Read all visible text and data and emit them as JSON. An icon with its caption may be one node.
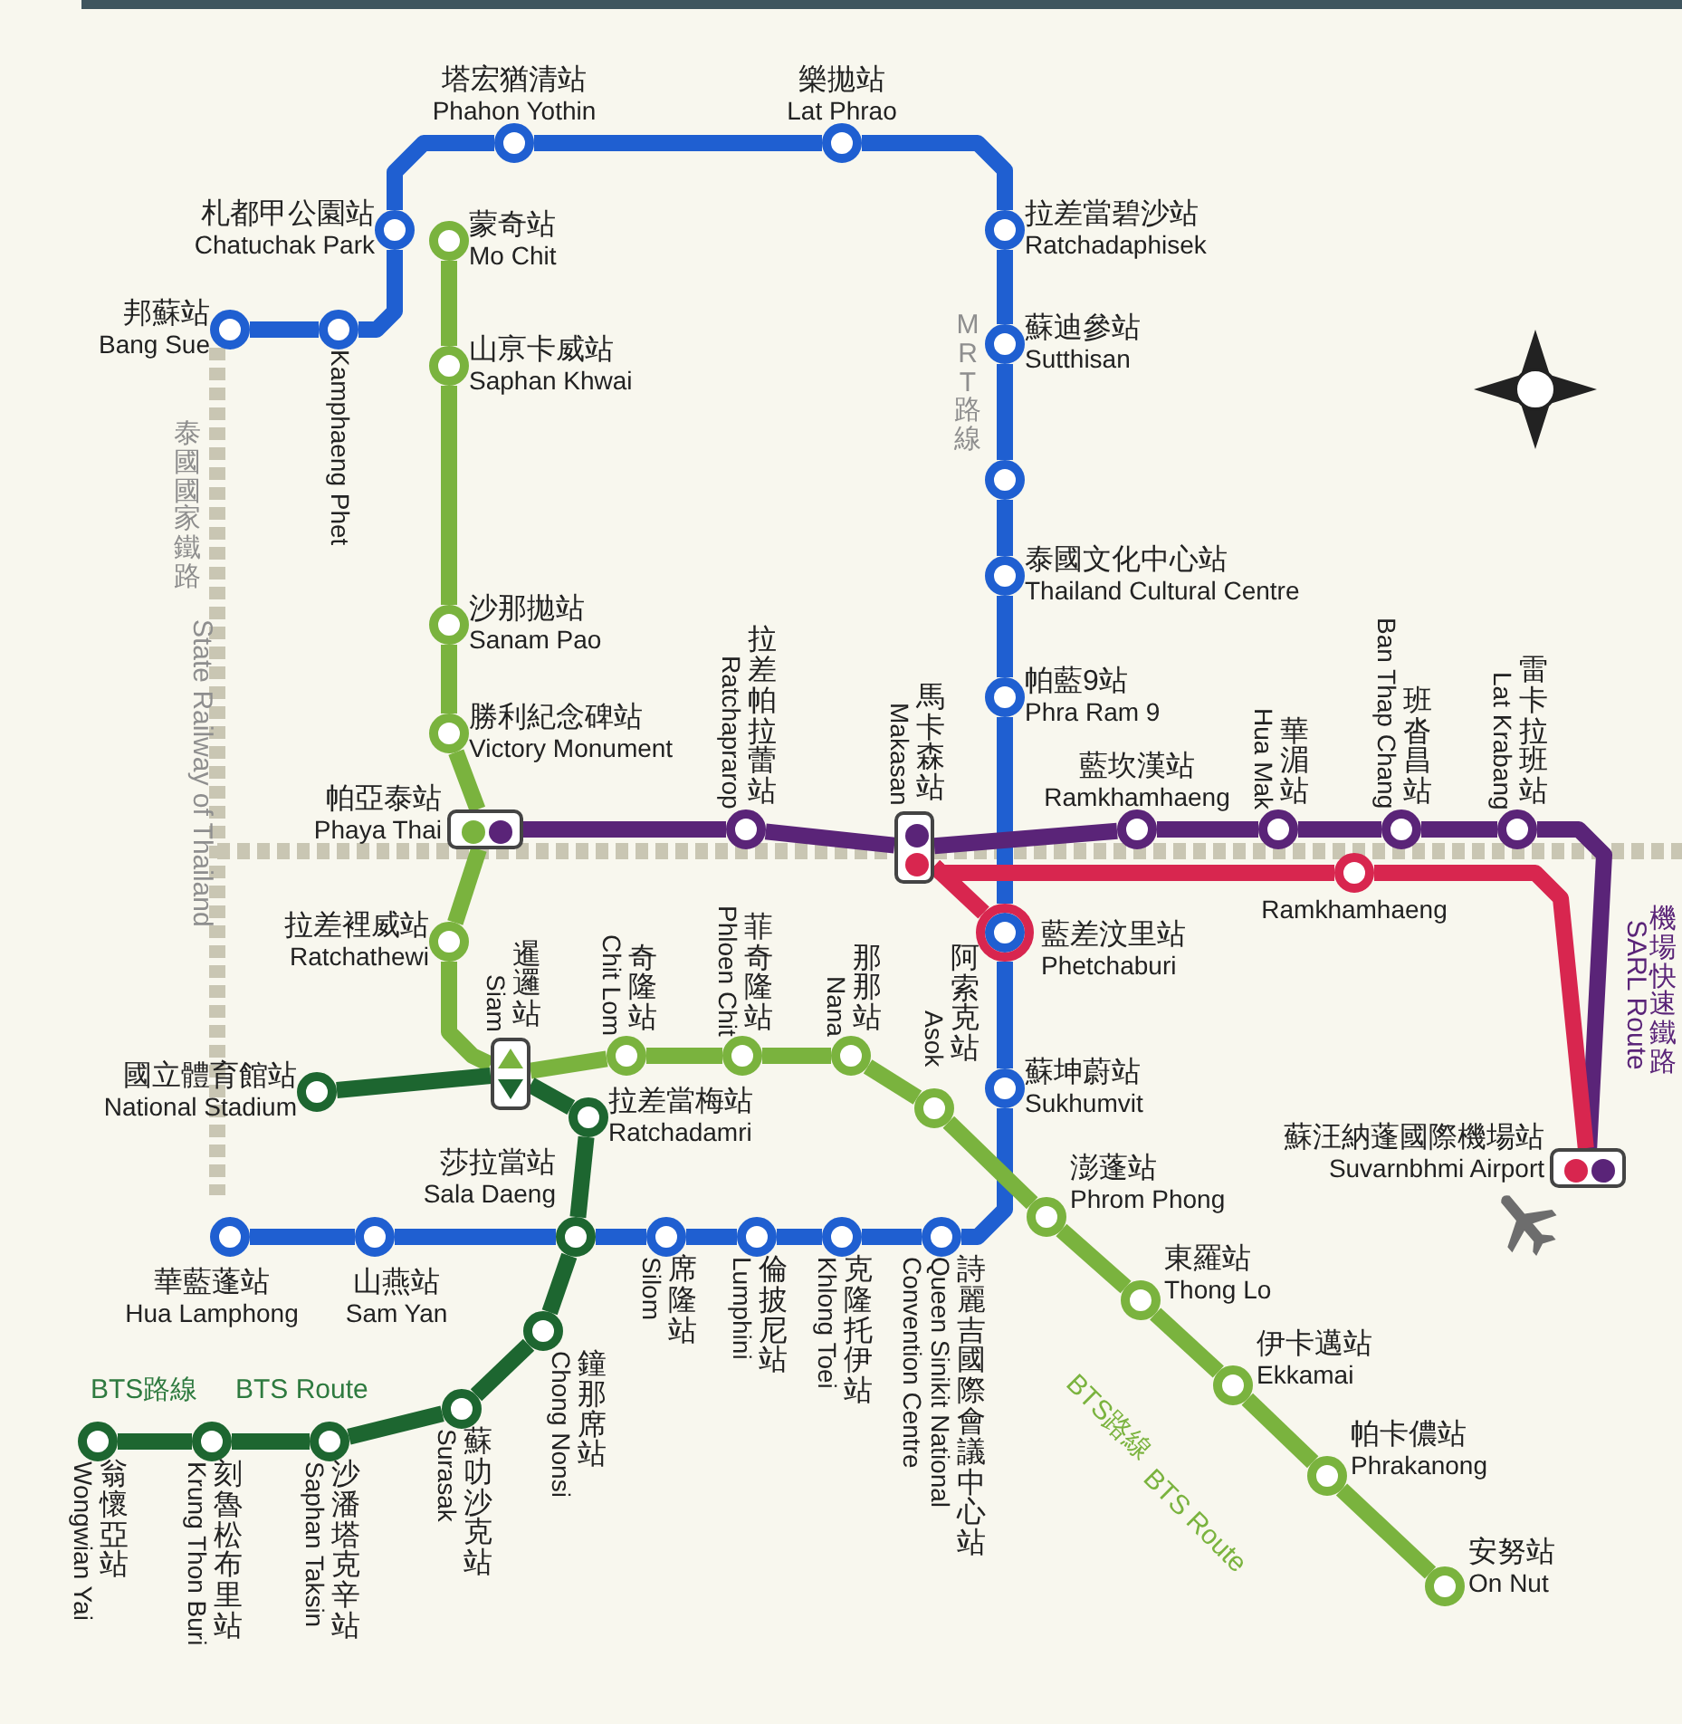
{
  "diagram": {
    "nodes": [
      {
        "text": [
          "邦蘇站",
          "Bang Sue"
        ]
      },
      {
        "text": [
          "Kamphaeng Phet"
        ]
      },
      {
        "text": [
          "札都甲公園站",
          "Chatuchak Park"
        ]
      },
      {
        "text": [
          "塔宏猶清站",
          "Phahon Yothin"
        ]
      },
      {
        "text": [
          "樂拋站",
          "Lat Phrao"
        ]
      },
      {
        "text": [
          "拉差當碧沙站",
          "Ratchadaphisek"
        ]
      },
      {
        "text": [
          "蘇迪參站",
          "Sutthisan"
        ]
      },
      {
        "text": [],
        "shape": "circle"
      },
      {
        "text": [
          "泰國文化中心站",
          "Thailand Cultural Centre"
        ]
      },
      {
        "text": [
          "帕藍9站",
          "Phra Ram 9"
        ]
      },
      {
        "text": [
          "藍差汶里站",
          "Phetchaburi"
        ]
      },
      {
        "text": [
          "蘇坤蔚站",
          "Sukhumvit"
        ]
      },
      {
        "text": [
          "詩麗吉國際會議中心站",
          "Queen Sinikit National Convention Centre"
        ]
      },
      {
        "text": [
          "克隆托伊站",
          "Khlong Toei"
        ]
      },
      {
        "text": [
          "倫披尼站",
          "Lumphini"
        ]
      },
      {
        "text": [
          "席隆站",
          "Silom"
        ]
      },
      {
        "text": [
          "山燕站",
          "Sam Yan"
        ]
      },
      {
        "text": [
          "華藍蓬站",
          "Hua Lamphong"
        ]
      },
      {
        "text": [
          "蒙奇站",
          "Mo Chit"
        ]
      },
      {
        "text": [
          "山亰卡威站",
          "Saphan Khwai"
        ]
      },
      {
        "text": [
          "沙那拋站",
          "Sanam Pao"
        ]
      },
      {
        "text": [
          "勝利紀念碑站",
          "Victory Monument"
        ]
      },
      {
        "text": [
          "帕亞泰站",
          "Phaya Thai"
        ]
      },
      {
        "text": [
          "拉差裡威站",
          "Ratchathewi"
        ]
      },
      {
        "text": [
          "暹邏站",
          "Siam"
        ]
      },
      {
        "text": [
          "奇隆站",
          "Chit Lom"
        ]
      },
      {
        "text": [
          "菲奇隆站",
          "Phloen Chit"
        ]
      },
      {
        "text": [
          "那那站",
          "Nana"
        ]
      },
      {
        "text": [
          "阿索克站",
          "Asok"
        ]
      },
      {
        "text": [
          "澎蓬站",
          "Phrom Phong"
        ]
      },
      {
        "text": [
          "東羅站",
          "Thong Lo"
        ]
      },
      {
        "text": [
          "伊卡邁站",
          "Ekkamai"
        ]
      },
      {
        "text": [
          "帕卡儂站",
          "Phrakanong"
        ]
      },
      {
        "text": [
          "安努站",
          "On Nut"
        ]
      },
      {
        "text": [
          "國立體育館站",
          "National Stadium"
        ]
      },
      {
        "text": [
          "拉差當梅站",
          "Ratchadamri"
        ]
      },
      {
        "text": [
          "莎拉當站",
          "Sala Daeng"
        ]
      },
      {
        "text": [
          "鐘那席站",
          "Chong Nonsi"
        ]
      },
      {
        "text": [
          "蘇叻沙克站",
          "Surasak"
        ]
      },
      {
        "text": [
          "沙潘塔克辛站",
          "Saphan Taksin"
        ]
      },
      {
        "text": [
          "刻魯松布里站",
          "Krung Thon Buri"
        ]
      },
      {
        "text": [
          "翁懷亞站",
          "Wongwian Yai"
        ]
      },
      {
        "text": [
          "拉差帕拉蕾站",
          "Ratchaprarop"
        ]
      },
      {
        "text": [
          "馬卡森站",
          "Makasan"
        ]
      },
      {
        "text": [
          "藍坎漢站",
          "Ramkhamhaeng"
        ]
      },
      {
        "text": [
          "華湄站",
          "Hua Mak"
        ]
      },
      {
        "text": [
          "班沓昌站",
          "Ban Thap Chang"
        ]
      },
      {
        "text": [
          "雷卡拉班站",
          "Lat Krabang"
        ]
      },
      {
        "text": [
          "蘇汪納蓬國際機場站",
          "Suvarnbhmi Airport"
        ]
      },
      {
        "text": [
          "Ramkhamhaeng"
        ]
      }
    ],
    "edges": [
      {
        "from": 0,
        "to": 1,
        "arrow": "none",
        "color": "#1f5fd1"
      },
      {
        "from": 1,
        "to": 2,
        "arrow": "none",
        "color": "#1f5fd1"
      },
      {
        "from": 2,
        "to": 3,
        "arrow": "none",
        "color": "#1f5fd1"
      },
      {
        "from": 3,
        "to": 4,
        "arrow": "none",
        "color": "#1f5fd1"
      },
      {
        "from": 4,
        "to": 5,
        "arrow": "none",
        "color": "#1f5fd1"
      },
      {
        "from": 5,
        "to": 6,
        "arrow": "none",
        "color": "#1f5fd1"
      },
      {
        "from": 6,
        "to": 7,
        "arrow": "none",
        "color": "#1f5fd1"
      },
      {
        "from": 7,
        "to": 8,
        "arrow": "none",
        "color": "#1f5fd1"
      },
      {
        "from": 8,
        "to": 9,
        "arrow": "none",
        "color": "#1f5fd1"
      },
      {
        "from": 9,
        "to": 10,
        "arrow": "none",
        "color": "#1f5fd1"
      },
      {
        "from": 10,
        "to": 11,
        "arrow": "none",
        "color": "#1f5fd1"
      },
      {
        "from": 11,
        "to": 12,
        "arrow": "none",
        "color": "#1f5fd1"
      },
      {
        "from": 12,
        "to": 13,
        "arrow": "none",
        "color": "#1f5fd1"
      },
      {
        "from": 13,
        "to": 14,
        "arrow": "none",
        "color": "#1f5fd1"
      },
      {
        "from": 14,
        "to": 15,
        "arrow": "none",
        "color": "#1f5fd1"
      },
      {
        "from": 15,
        "to": 36,
        "arrow": "none",
        "color": "#1f5fd1"
      },
      {
        "from": 36,
        "to": 16,
        "arrow": "none",
        "color": "#1f5fd1"
      },
      {
        "from": 16,
        "to": 17,
        "arrow": "none",
        "color": "#1f5fd1"
      },
      {
        "from": 18,
        "to": 19,
        "arrow": "none",
        "color": "#7ab33e"
      },
      {
        "from": 19,
        "to": 20,
        "arrow": "none",
        "color": "#7ab33e"
      },
      {
        "from": 20,
        "to": 21,
        "arrow": "none",
        "color": "#7ab33e"
      },
      {
        "from": 21,
        "to": 22,
        "arrow": "none",
        "color": "#7ab33e"
      },
      {
        "from": 22,
        "to": 23,
        "arrow": "none",
        "color": "#7ab33e"
      },
      {
        "from": 23,
        "to": 24,
        "arrow": "none",
        "color": "#7ab33e"
      },
      {
        "from": 24,
        "to": 25,
        "arrow": "none",
        "color": "#7ab33e"
      },
      {
        "from": 25,
        "to": 26,
        "arrow": "none",
        "color": "#7ab33e"
      },
      {
        "from": 26,
        "to": 27,
        "arrow": "none",
        "color": "#7ab33e"
      },
      {
        "from": 27,
        "to": 28,
        "arrow": "none",
        "color": "#7ab33e"
      },
      {
        "from": 28,
        "to": 29,
        "arrow": "none",
        "color": "#7ab33e"
      },
      {
        "from": 29,
        "to": 30,
        "arrow": "none",
        "color": "#7ab33e"
      },
      {
        "from": 30,
        "to": 31,
        "arrow": "none",
        "color": "#7ab33e"
      },
      {
        "from": 31,
        "to": 32,
        "arrow": "none",
        "color": "#7ab33e"
      },
      {
        "from": 32,
        "to": 33,
        "arrow": "none",
        "color": "#7ab33e"
      },
      {
        "from": 34,
        "to": 24,
        "arrow": "none",
        "color": "#1d6630"
      },
      {
        "from": 24,
        "to": 35,
        "arrow": "none",
        "color": "#1d6630"
      },
      {
        "from": 35,
        "to": 36,
        "arrow": "none",
        "color": "#1d6630"
      },
      {
        "from": 36,
        "to": 37,
        "arrow": "none",
        "color": "#1d6630"
      },
      {
        "from": 37,
        "to": 38,
        "arrow": "none",
        "color": "#1d6630"
      },
      {
        "from": 38,
        "to": 39,
        "arrow": "none",
        "color": "#1d6630"
      },
      {
        "from": 39,
        "to": 40,
        "arrow": "none",
        "color": "#1d6630"
      },
      {
        "from": 40,
        "to": 41,
        "arrow": "none",
        "color": "#1d6630"
      },
      {
        "from": 22,
        "to": 42,
        "arrow": "none",
        "color": "#5a2478"
      },
      {
        "from": 42,
        "to": 43,
        "arrow": "none",
        "color": "#5a2478"
      },
      {
        "from": 43,
        "to": 44,
        "arrow": "none",
        "color": "#5a2478"
      },
      {
        "from": 44,
        "to": 45,
        "arrow": "none",
        "color": "#5a2478"
      },
      {
        "from": 45,
        "to": 46,
        "arrow": "none",
        "color": "#5a2478"
      },
      {
        "from": 46,
        "to": 47,
        "arrow": "none",
        "color": "#5a2478"
      },
      {
        "from": 47,
        "to": 48,
        "arrow": "none",
        "color": "#5a2478"
      },
      {
        "from": 43,
        "to": 10,
        "arrow": "none",
        "color": "#d8264f"
      },
      {
        "from": 43,
        "to": 49,
        "arrow": "none",
        "color": "#d8264f"
      },
      {
        "from": 49,
        "to": 48,
        "arrow": "none",
        "color": "#d8264f"
      }
    ],
    "labels": [
      "泰國國家鐵路",
      "State Railway of Thailand",
      "MRT路線",
      "BTS路線",
      "BTS Route",
      "機場快速鐵路",
      "SARL Route",
      "BTS路線",
      "BTS Route"
    ]
  }
}
